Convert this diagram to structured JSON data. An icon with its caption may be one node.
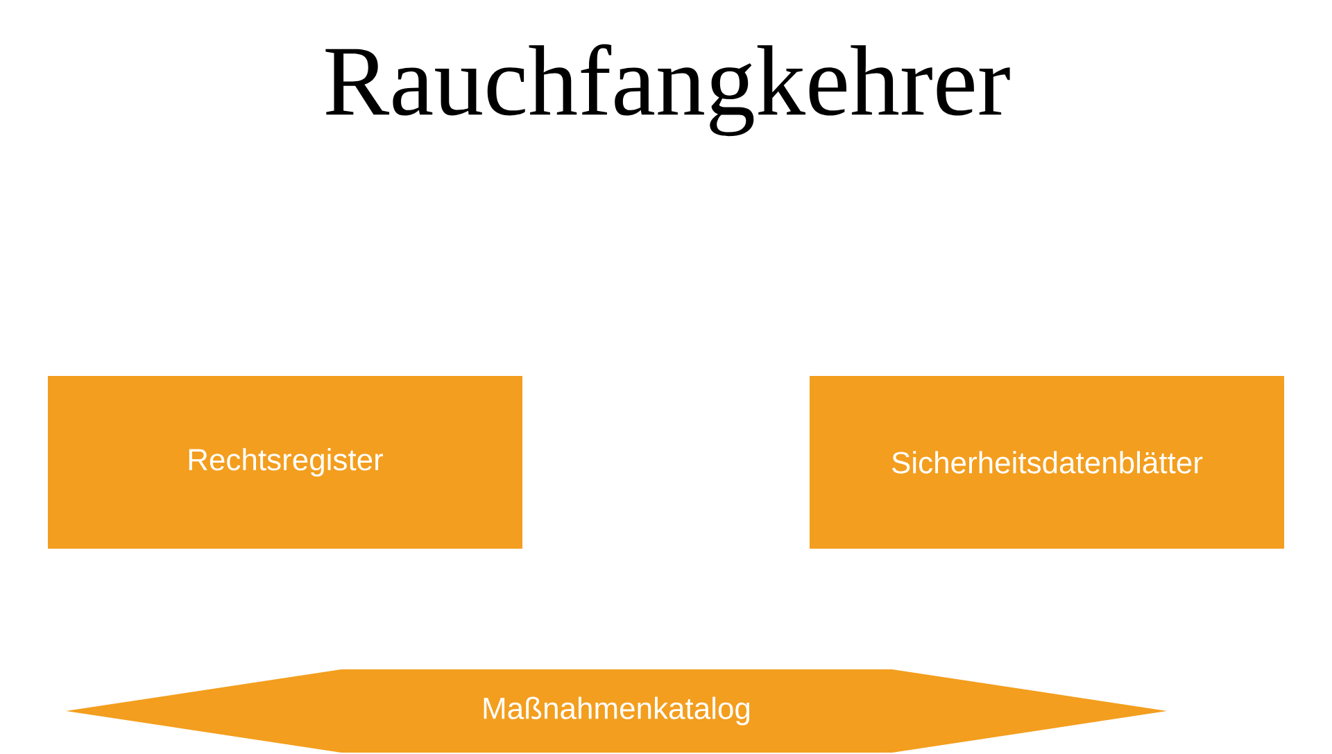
{
  "diagram": {
    "title": "Rauchfangkehrer",
    "nodes": [
      {
        "text": [
          "Rechtsregister"
        ]
      },
      {
        "text": [
          "Sicherheitsdatenblätter"
        ]
      },
      {
        "text": [
          "Maßnahmenkatalog"
        ]
      }
    ]
  }
}
